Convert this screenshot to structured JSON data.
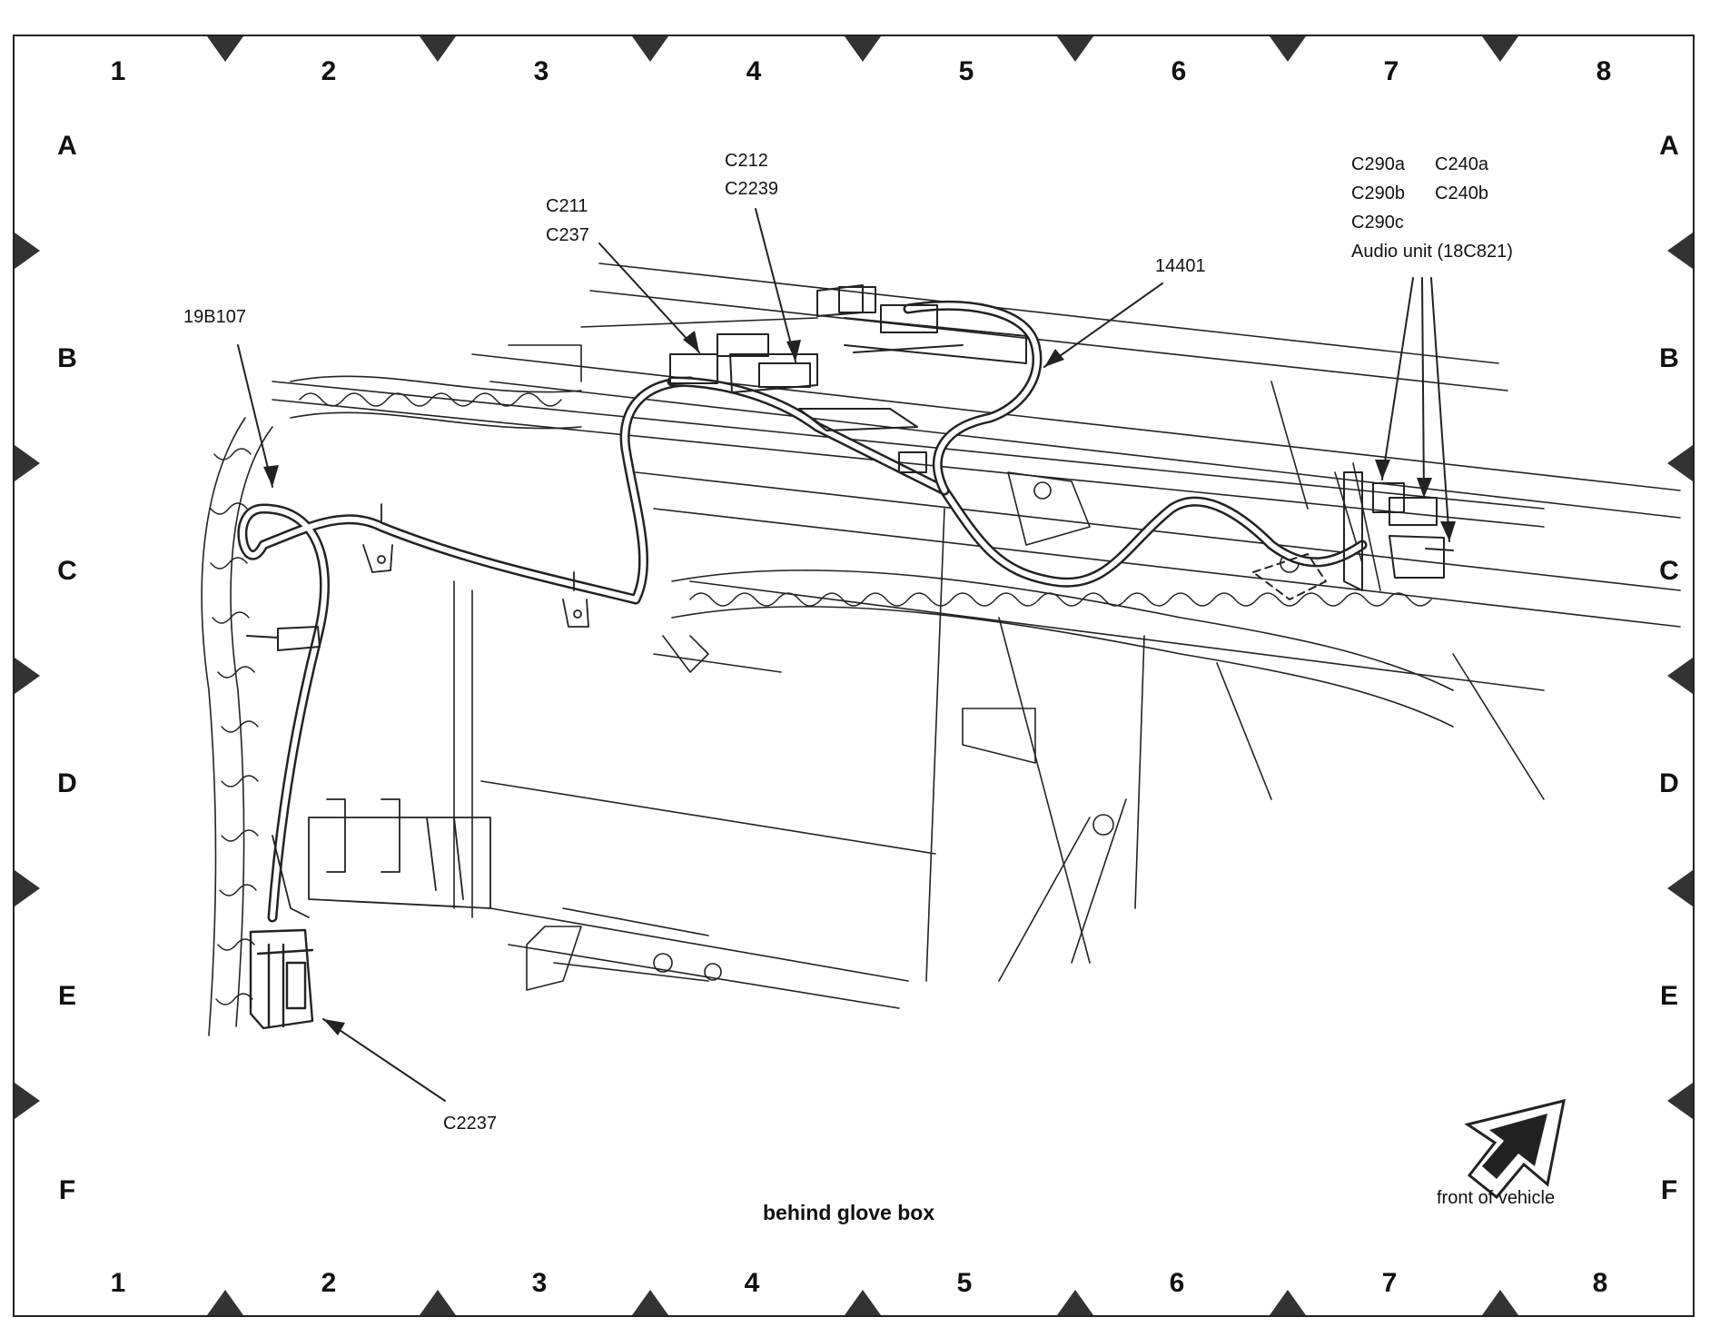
{
  "grid": {
    "columns": [
      "1",
      "2",
      "3",
      "4",
      "5",
      "6",
      "7",
      "8"
    ],
    "rows": [
      "A",
      "B",
      "C",
      "D",
      "E",
      "F"
    ]
  },
  "callouts": {
    "c212": "C212",
    "c2239": "C2239",
    "c211": "C211",
    "c237": "C237",
    "w14401": "14401",
    "w19b107": "19B107",
    "c2237": "C2237",
    "c290a": "C290a",
    "c240a": "C240a",
    "c290b": "C290b",
    "c240b": "C240b",
    "c290c": "C290c",
    "audio_unit": "Audio unit (18C821)"
  },
  "caption": "behind glove box",
  "orientation_label": "front of vehicle",
  "colors": {
    "line": "#222222",
    "background": "#ffffff"
  }
}
